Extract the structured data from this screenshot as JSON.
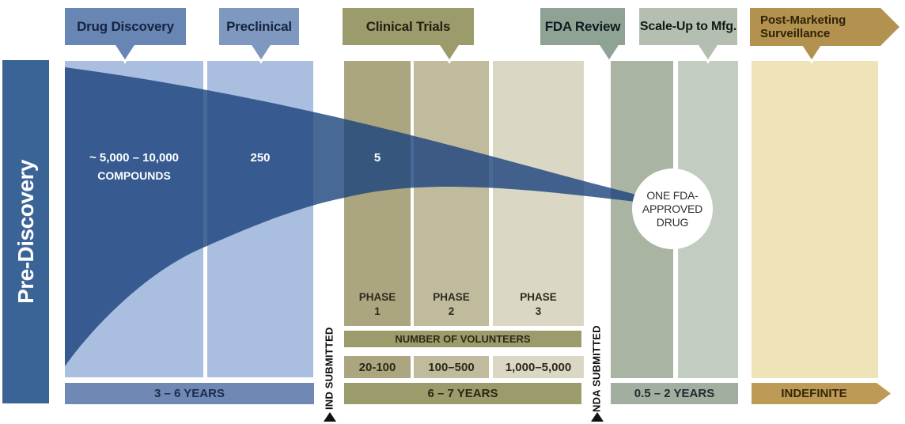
{
  "pre_discovery": {
    "label": "Pre-Discovery"
  },
  "tabs": [
    {
      "label": "Drug Discovery"
    },
    {
      "label": "Preclinical"
    },
    {
      "label": "Clinical Trials"
    },
    {
      "label": "FDA Review"
    },
    {
      "label": "Scale-Up to Mfg."
    },
    {
      "label_line1": "Post-Marketing",
      "label_line2": "Surveillance"
    }
  ],
  "funnel": {
    "compounds_line1": "~ 5,000 – 10,000",
    "compounds_line2": "COMPOUNDS",
    "preclinical_count": "250",
    "clinical_count": "5"
  },
  "approved_drug": {
    "line1": "ONE FDA-",
    "line2": "APPROVED",
    "line3": "DRUG"
  },
  "phases": [
    {
      "name": "PHASE",
      "number": "1",
      "volunteers": "20-100"
    },
    {
      "name": "PHASE",
      "number": "2",
      "volunteers": "100–500"
    },
    {
      "name": "PHASE",
      "number": "3",
      "volunteers": "1,000–5,000"
    }
  ],
  "volunteers_header": "NUMBER OF VOLUNTEERS",
  "milestones": [
    {
      "label": "IND SUBMITTED"
    },
    {
      "label": "NDA SUBMITTED"
    }
  ],
  "durations": {
    "discovery": "3 – 6 YEARS",
    "clinical": "6 – 7 YEARS",
    "fda": "0.5 – 2 YEARS",
    "post_marketing": "INDEFINITE"
  },
  "colors": {
    "funnel": "rgba(26,66,124,0.8)",
    "prediscovery_bar": "#3B6496",
    "tab_drug": "#6886B3",
    "tab_preclinical": "#7E98C0",
    "tab_clinical": "#9C9B6C",
    "tab_fda": "#8FA394",
    "tab_scaleup": "#B4BFB2",
    "tab_postmkt": "#B3914E",
    "col_lightblue": "#AABFDF",
    "col_phase1": "#ACA680",
    "col_phase2": "#C1BB9E",
    "col_phase3": "#DAD8C5",
    "col_fda": "#A9B4A3",
    "col_scaleup": "#C3CCC0",
    "col_postmkt": "#EFE3B8",
    "bar_years_blue": "#7089B4",
    "bar_olive": "#9C9B6C",
    "bar_sage": "#A2AFA0",
    "bar_gold": "#BD9A55",
    "milestone_arrow": "#111111"
  }
}
